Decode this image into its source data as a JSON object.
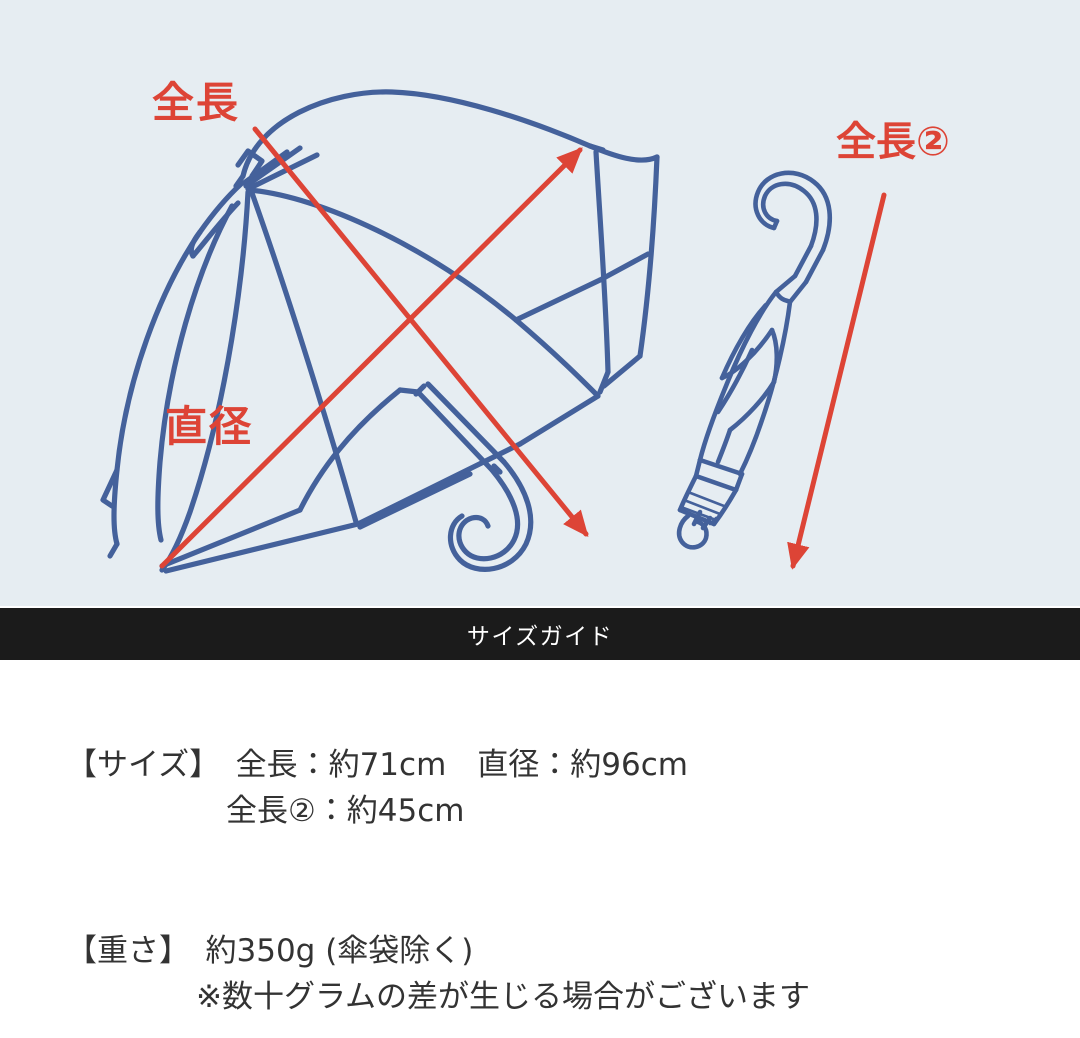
{
  "illustration": {
    "background_color": "#e6edf2",
    "line_color": "#44619b",
    "accent_color": "#dd4436",
    "labels": {
      "total_length": "全長",
      "diameter": "直径",
      "total_length_2": "全長②"
    }
  },
  "banner": {
    "title": "サイズガイド",
    "background_color": "#1b1b1b",
    "text_color": "#ffffff"
  },
  "specs": {
    "size": {
      "heading": "【サイズ】",
      "line1": "　全長：約71cm　直径：約96cm",
      "line2": "全長②：約45cm"
    },
    "weight": {
      "heading": "【重さ】",
      "line1": "　約350g (傘袋除く)",
      "line2": "※数十グラムの差が生じる場合がございます"
    }
  }
}
